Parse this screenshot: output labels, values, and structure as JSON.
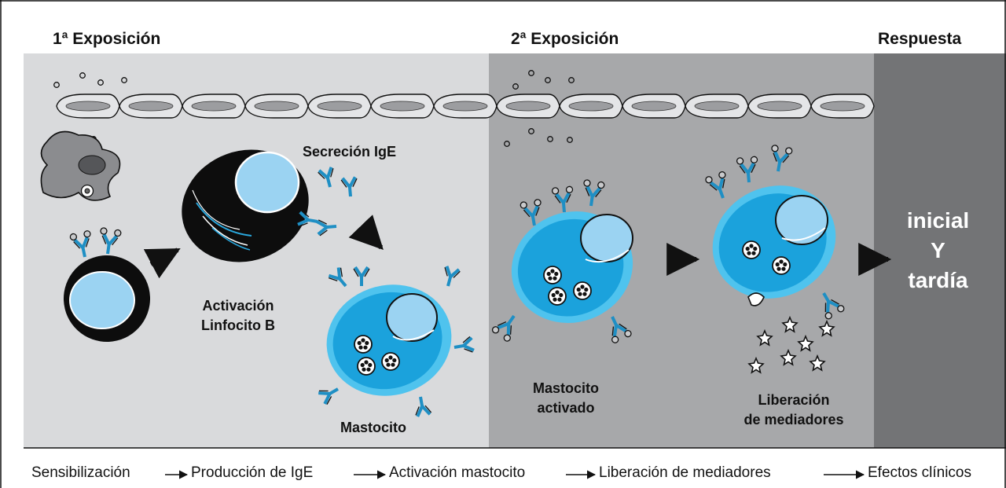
{
  "headers": {
    "first_exposure": "1ª  Exposición",
    "second_exposure": "2ª  Exposición",
    "response": "Respuesta"
  },
  "labels": {
    "ige_secretion": "Secreción IgE",
    "b_activation_line1": "Activación",
    "b_activation_line2": "Linfocito B",
    "mast_cell": "Mastocito",
    "activated_mast_line1": "Mastocito",
    "activated_mast_line2": "activado",
    "mediator_release_line1": "Liberación",
    "mediator_release_line2": "de mediadores"
  },
  "response_text": {
    "line1": "inicial",
    "line2": "Y",
    "line3": "tardía"
  },
  "flow": [
    "Sensibilización",
    "Producción de IgE",
    "Activación mastocito",
    "Liberación de mediadores",
    "Efectos clínicos"
  ],
  "colors": {
    "panel_first": "#d9dadc",
    "panel_second": "#a7a8aa",
    "panel_response": "#737476",
    "mast_cell_outer": "#4fc3ee",
    "mast_cell_body": "#1ba2dc",
    "nucleus": "#9bd3f2",
    "lymphocyte": "#0d0d0d"
  }
}
